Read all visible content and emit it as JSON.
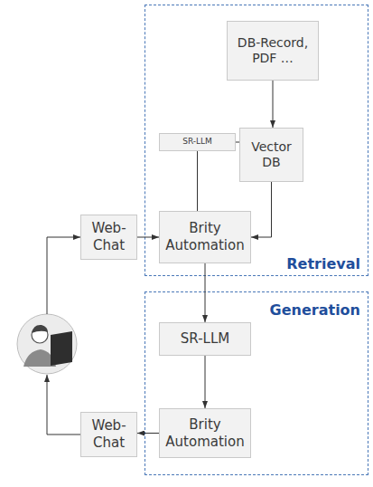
{
  "diagram": {
    "nodes": [
      {
        "text": [
          "Retrieval"
        ]
      },
      {
        "text": [
          "DB-Record, PDF …"
        ],
        "in": 0
      },
      {
        "text": [
          "SR-LLM"
        ],
        "in": 0
      },
      {
        "text": [
          "Vector DB"
        ],
        "in": 0
      },
      {
        "text": [
          "Brity Automation"
        ],
        "in": 0
      },
      {
        "text": [
          "Web-Chat"
        ]
      },
      {
        "text": [
          "Generation"
        ]
      },
      {
        "text": [
          "SR-LLM"
        ],
        "in": 6
      },
      {
        "text": [
          "Brity Automation"
        ],
        "in": 6
      },
      {
        "text": [
          "Web-Chat"
        ]
      }
    ],
    "edges": [
      {
        "from": 1,
        "to": 3,
        "arrow": "to"
      },
      {
        "from": 2,
        "to": 3,
        "arrow": "none"
      },
      {
        "from": 2,
        "to": 4,
        "arrow": "none"
      },
      {
        "from": 3,
        "to": 4,
        "arrow": "to"
      },
      {
        "from": 5,
        "to": 4,
        "arrow": "to"
      },
      {
        "from": 4,
        "to": 7,
        "arrow": "to"
      },
      {
        "from": 7,
        "to": 8,
        "arrow": "to"
      },
      {
        "from": 8,
        "to": 9,
        "arrow": "to"
      }
    ]
  }
}
